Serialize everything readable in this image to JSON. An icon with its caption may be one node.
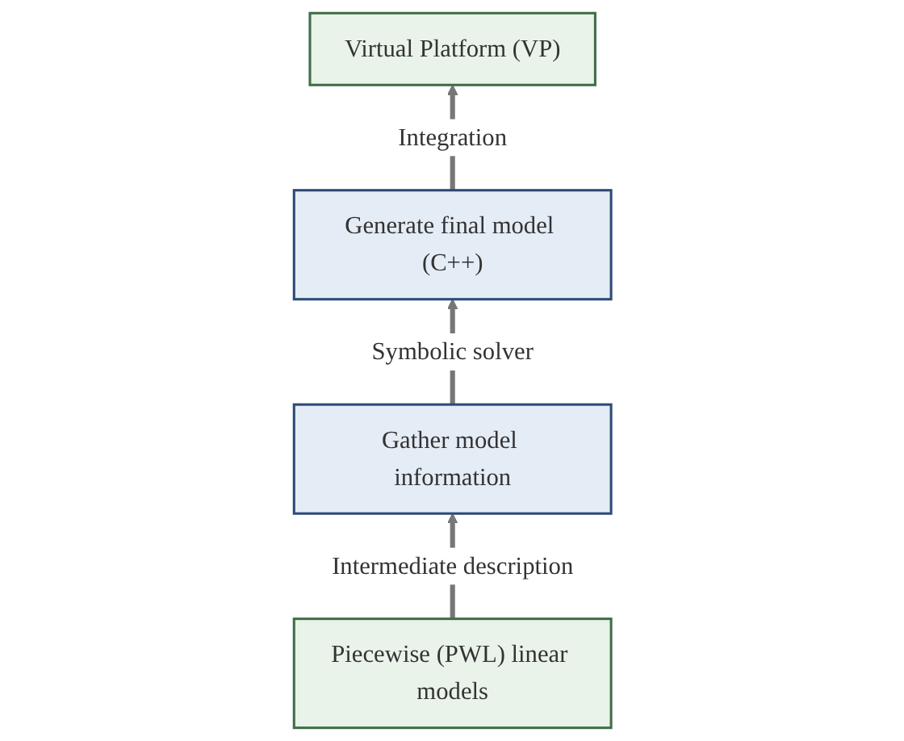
{
  "diagram": {
    "nodes": [
      {
        "text": [
          "Virtual Platform (VP)"
        ]
      },
      {
        "text": [
          "Generate final model (C++)"
        ]
      },
      {
        "text": [
          "Gather model information"
        ]
      },
      {
        "text": [
          "Piecewise (PWL) linear models"
        ]
      }
    ],
    "edges": [
      {
        "from": 1,
        "to": 0,
        "arrow": "to",
        "label": "Integration"
      },
      {
        "from": 2,
        "to": 1,
        "arrow": "to",
        "label": "Symbolic solver"
      },
      {
        "from": 3,
        "to": 2,
        "arrow": "to",
        "label": "Intermediate description"
      }
    ]
  }
}
